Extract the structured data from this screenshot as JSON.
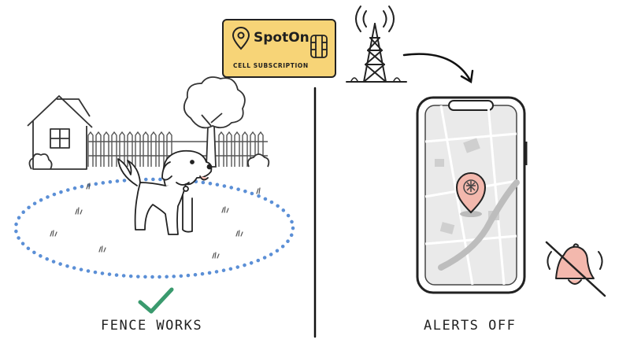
{
  "card": {
    "brand": "SpotOn",
    "subtitle": "CELL SUBSCRIPTION",
    "color": "#f7d477"
  },
  "left_panel": {
    "caption": "FENCE WORKS",
    "check_color": "#3a9a6e",
    "fence_color": "#5b8fd6"
  },
  "right_panel": {
    "caption": "ALERTS OFF",
    "pin_color": "#f3b8ad",
    "bell_color": "#f3b8ad"
  }
}
